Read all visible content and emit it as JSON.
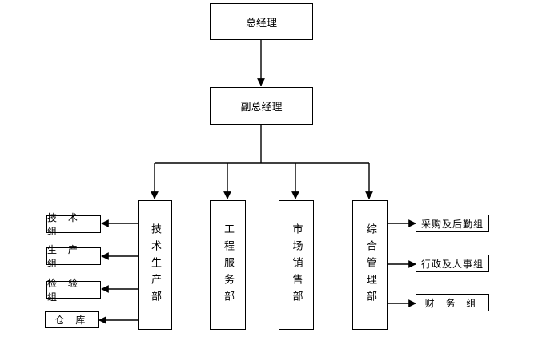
{
  "chart": {
    "general_manager": "总经理",
    "deputy_general_manager": "副总经理",
    "departments": [
      "技术生产部",
      "工程服务部",
      "市场销售部",
      "综合管理部"
    ],
    "tech_groups": [
      "技 术 组",
      "生 产 组",
      "检 验 组",
      "仓  库"
    ],
    "admin_groups": [
      "采购及后勤组",
      "行政及人事组",
      "财  务  组"
    ]
  }
}
